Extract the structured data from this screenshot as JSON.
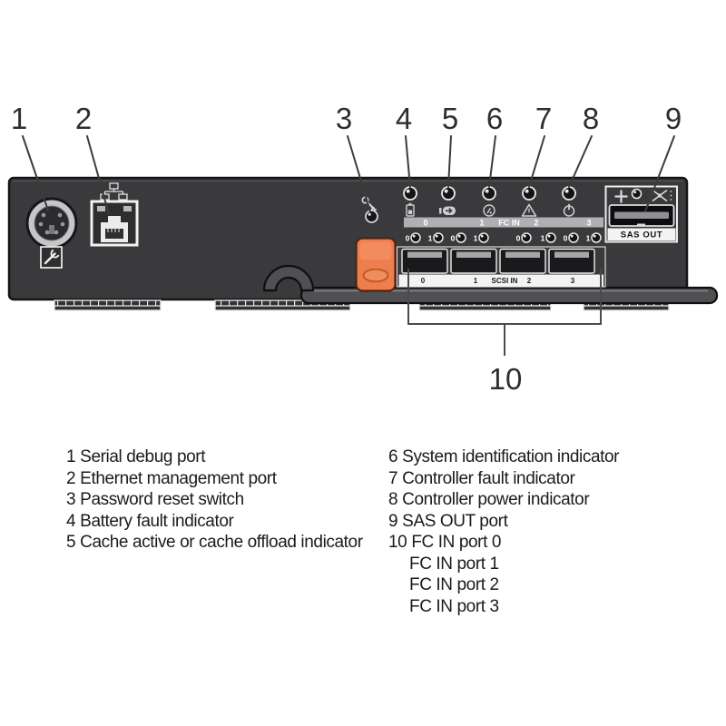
{
  "figure": {
    "callouts": {
      "n1": "1",
      "n2": "2",
      "n3": "3",
      "n4": "4",
      "n5": "5",
      "n6": "6",
      "n7": "7",
      "n8": "8",
      "n9": "9",
      "n10": "10"
    },
    "fc_bar": {
      "port0": "0",
      "port1": "1",
      "label": "FC IN",
      "port2": "2",
      "port3": "3"
    },
    "fc_link_leds": [
      "0",
      "1",
      "0",
      "1",
      "0",
      "1",
      "0",
      "1"
    ],
    "port_strip": {
      "port0": "0",
      "port1": "1",
      "label": "SCSI IN",
      "port2": "2",
      "port3": "3"
    },
    "sas_out_label": "SAS OUT",
    "colors": {
      "panel": "#3a3a3c",
      "latch_orange": "#ee7e4d",
      "fc_bar_gray": "#b0b0b2",
      "label_plate": "#f3f3f3",
      "leader_line": "#3c3c3c"
    },
    "icons": {
      "serial-debug-port-icon": "ps2-circular-connector",
      "wrench-icon": "wrench",
      "ethernet-network-icon": "three-node-network",
      "key-icon": "key",
      "battery-icon": "battery",
      "cache-icon": "arrow-into-cache",
      "system-id-icon": "circled-i",
      "fault-icon": "warning-triangle",
      "power-icon": "power-circle",
      "sas-plus-icon": "plus",
      "sas-port-type-icon": "crossed-connector"
    }
  },
  "legend": {
    "left": [
      {
        "num": "1",
        "text": "Serial debug port"
      },
      {
        "num": "2",
        "text": "Ethernet management port"
      },
      {
        "num": "3",
        "text": "Password reset switch"
      },
      {
        "num": "4",
        "text": "Battery fault indicator"
      },
      {
        "num": "5",
        "text": "Cache active or cache offload indicator"
      }
    ],
    "right": [
      {
        "num": "6",
        "text": "System identification indicator"
      },
      {
        "num": "7",
        "text": "Controller fault indicator"
      },
      {
        "num": "8",
        "text": "Controller power indicator"
      },
      {
        "num": "9",
        "text": "SAS OUT port"
      },
      {
        "num": "10",
        "text": "FC IN port 0"
      },
      {
        "num": "",
        "text": "FC IN port 1"
      },
      {
        "num": "",
        "text": "FC IN port 2"
      },
      {
        "num": "",
        "text": "FC IN port 3"
      }
    ]
  }
}
